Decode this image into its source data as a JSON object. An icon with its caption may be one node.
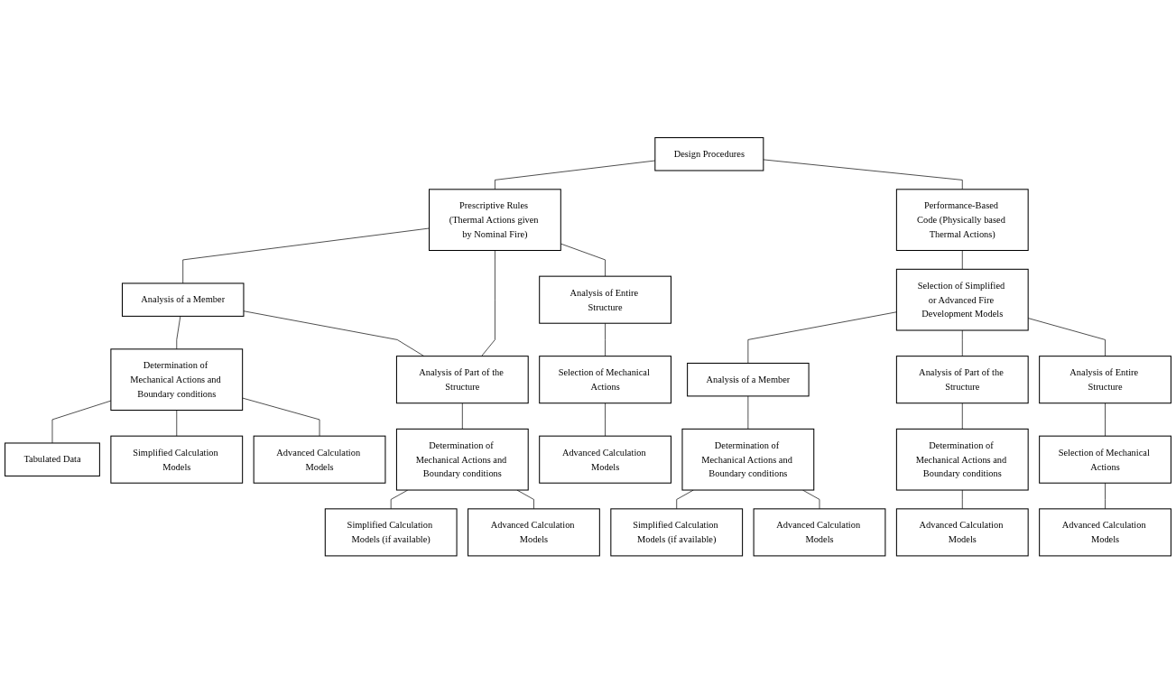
{
  "diagram": {
    "nodes": [
      {
        "text": [
          "Design Procedures"
        ]
      },
      {
        "text": [
          "Prescriptive Rules (Thermal Actions given by Nominal Fire)"
        ]
      },
      {
        "text": [
          "Performance-Based Code (Physically based Thermal Actions)"
        ]
      },
      {
        "text": [
          "Selection of Simplified or Advanced Fire Development Models"
        ]
      },
      {
        "text": [
          "Analysis of a Member"
        ]
      },
      {
        "text": [
          "Analysis of Part of the Structure"
        ]
      },
      {
        "text": [
          "Analysis of Entire Structure"
        ]
      },
      {
        "text": [
          "Analysis of a Member"
        ]
      },
      {
        "text": [
          "Analysis of Part of the Structure"
        ]
      },
      {
        "text": [
          "Analysis of Entire Structure"
        ]
      },
      {
        "text": [
          "Determination of Mechanical Actions and Boundary conditions"
        ]
      },
      {
        "text": [
          "Determination of Mechanical Actions and Boundary conditions"
        ]
      },
      {
        "text": [
          "Selection of Mechanical Actions"
        ]
      },
      {
        "text": [
          "Determination of Mechanical Actions and Boundary conditions"
        ]
      },
      {
        "text": [
          "Determination of Mechanical Actions and Boundary conditions"
        ]
      },
      {
        "text": [
          "Selection of Mechanical Actions"
        ]
      },
      {
        "text": [
          "Tabulated Data"
        ]
      },
      {
        "text": [
          "Simplified Calculation Models"
        ]
      },
      {
        "text": [
          "Advanced Calculation Models"
        ]
      },
      {
        "text": [
          "Simplified Calculation Models (if available)"
        ]
      },
      {
        "text": [
          "Advanced Calculation Models"
        ]
      },
      {
        "text": [
          "Advanced Calculation Models"
        ]
      },
      {
        "text": [
          "Simplified Calculation Models (if available)"
        ]
      },
      {
        "text": [
          "Advanced Calculation Models"
        ]
      },
      {
        "text": [
          "Advanced Calculation Models"
        ]
      },
      {
        "text": [
          "Advanced Calculation Models"
        ]
      }
    ],
    "edges": [
      {
        "from": 0,
        "to": 1,
        "arrow": "none"
      },
      {
        "from": 0,
        "to": 2,
        "arrow": "none"
      },
      {
        "from": 2,
        "to": 3,
        "arrow": "none"
      },
      {
        "from": 1,
        "to": 4,
        "arrow": "none"
      },
      {
        "from": 1,
        "to": 5,
        "arrow": "none"
      },
      {
        "from": 1,
        "to": 6,
        "arrow": "none"
      },
      {
        "from": 3,
        "to": 7,
        "arrow": "none"
      },
      {
        "from": 3,
        "to": 8,
        "arrow": "none"
      },
      {
        "from": 3,
        "to": 9,
        "arrow": "none"
      },
      {
        "from": 4,
        "to": 10,
        "arrow": "none"
      },
      {
        "from": 5,
        "to": 11,
        "arrow": "none"
      },
      {
        "from": 6,
        "to": 12,
        "arrow": "none"
      },
      {
        "from": 7,
        "to": 13,
        "arrow": "none"
      },
      {
        "from": 8,
        "to": 14,
        "arrow": "none"
      },
      {
        "from": 9,
        "to": 15,
        "arrow": "none"
      },
      {
        "from": 10,
        "to": 16,
        "arrow": "none"
      },
      {
        "from": 10,
        "to": 17,
        "arrow": "none"
      },
      {
        "from": 10,
        "to": 18,
        "arrow": "none"
      },
      {
        "from": 11,
        "to": 19,
        "arrow": "none"
      },
      {
        "from": 11,
        "to": 20,
        "arrow": "none"
      },
      {
        "from": 12,
        "to": 21,
        "arrow": "none"
      },
      {
        "from": 13,
        "to": 22,
        "arrow": "none"
      },
      {
        "from": 13,
        "to": 23,
        "arrow": "none"
      },
      {
        "from": 14,
        "to": 24,
        "arrow": "none"
      },
      {
        "from": 15,
        "to": 25,
        "arrow": "none"
      },
      {
        "from": 4,
        "to": 5,
        "arrow": "none"
      }
    ]
  }
}
